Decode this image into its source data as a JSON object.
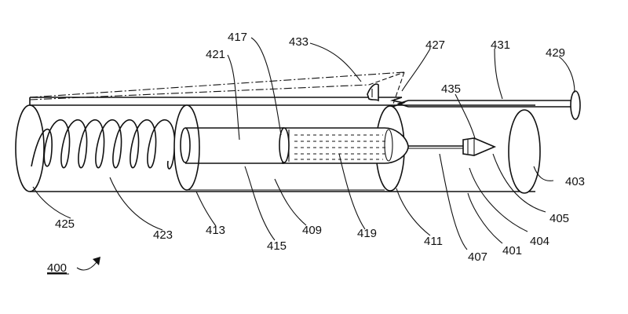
{
  "figure": {
    "label": "400",
    "references": {
      "r401": "401",
      "r403": "403",
      "r404": "404",
      "r405": "405",
      "r407": "407",
      "r409": "409",
      "r411": "411",
      "r413": "413",
      "r415": "415",
      "r417": "417",
      "r419": "419",
      "r421": "421",
      "r423": "423",
      "r425": "425",
      "r427": "427",
      "r429": "429",
      "r431": "431",
      "r433": "433",
      "r435": "435"
    }
  }
}
